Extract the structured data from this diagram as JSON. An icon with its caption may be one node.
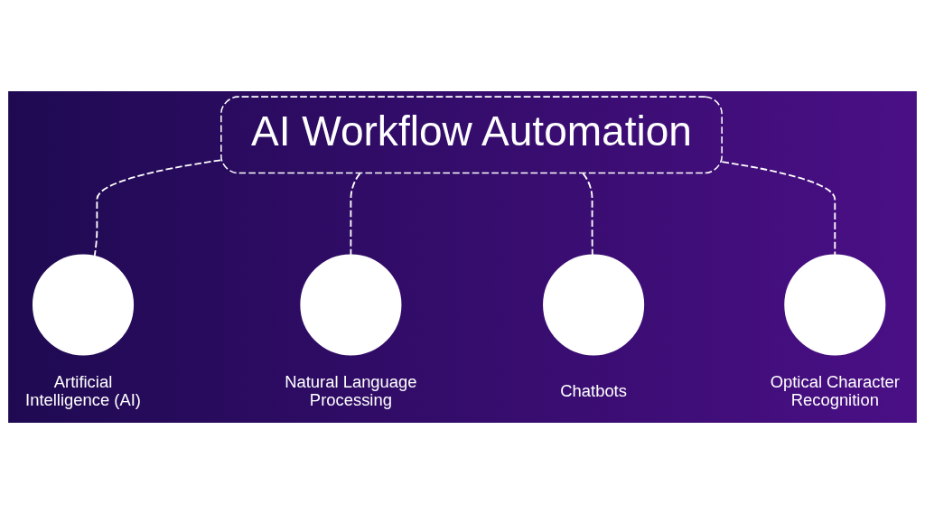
{
  "diagram": {
    "nodes": [
      {
        "text": [
          "AI Workflow Automation"
        ]
      },
      {
        "text": [],
        "shape": "circle",
        "beside": [
          "Artificial Intelligence (AI)"
        ]
      },
      {
        "text": [],
        "shape": "circle",
        "beside": [
          "Natural Language Processing"
        ]
      },
      {
        "text": [],
        "shape": "circle",
        "beside": [
          "Chatbots"
        ]
      },
      {
        "text": [],
        "shape": "circle",
        "beside": [
          "Optical Character Recognition"
        ]
      }
    ],
    "edges": [
      {
        "from": 0,
        "to": 1,
        "arrow": "none",
        "style": "dashed"
      },
      {
        "from": 0,
        "to": 2,
        "arrow": "none",
        "style": "dashed"
      },
      {
        "from": 0,
        "to": 3,
        "arrow": "none",
        "style": "dashed"
      },
      {
        "from": 0,
        "to": 4,
        "arrow": "none",
        "style": "dashed"
      }
    ]
  }
}
